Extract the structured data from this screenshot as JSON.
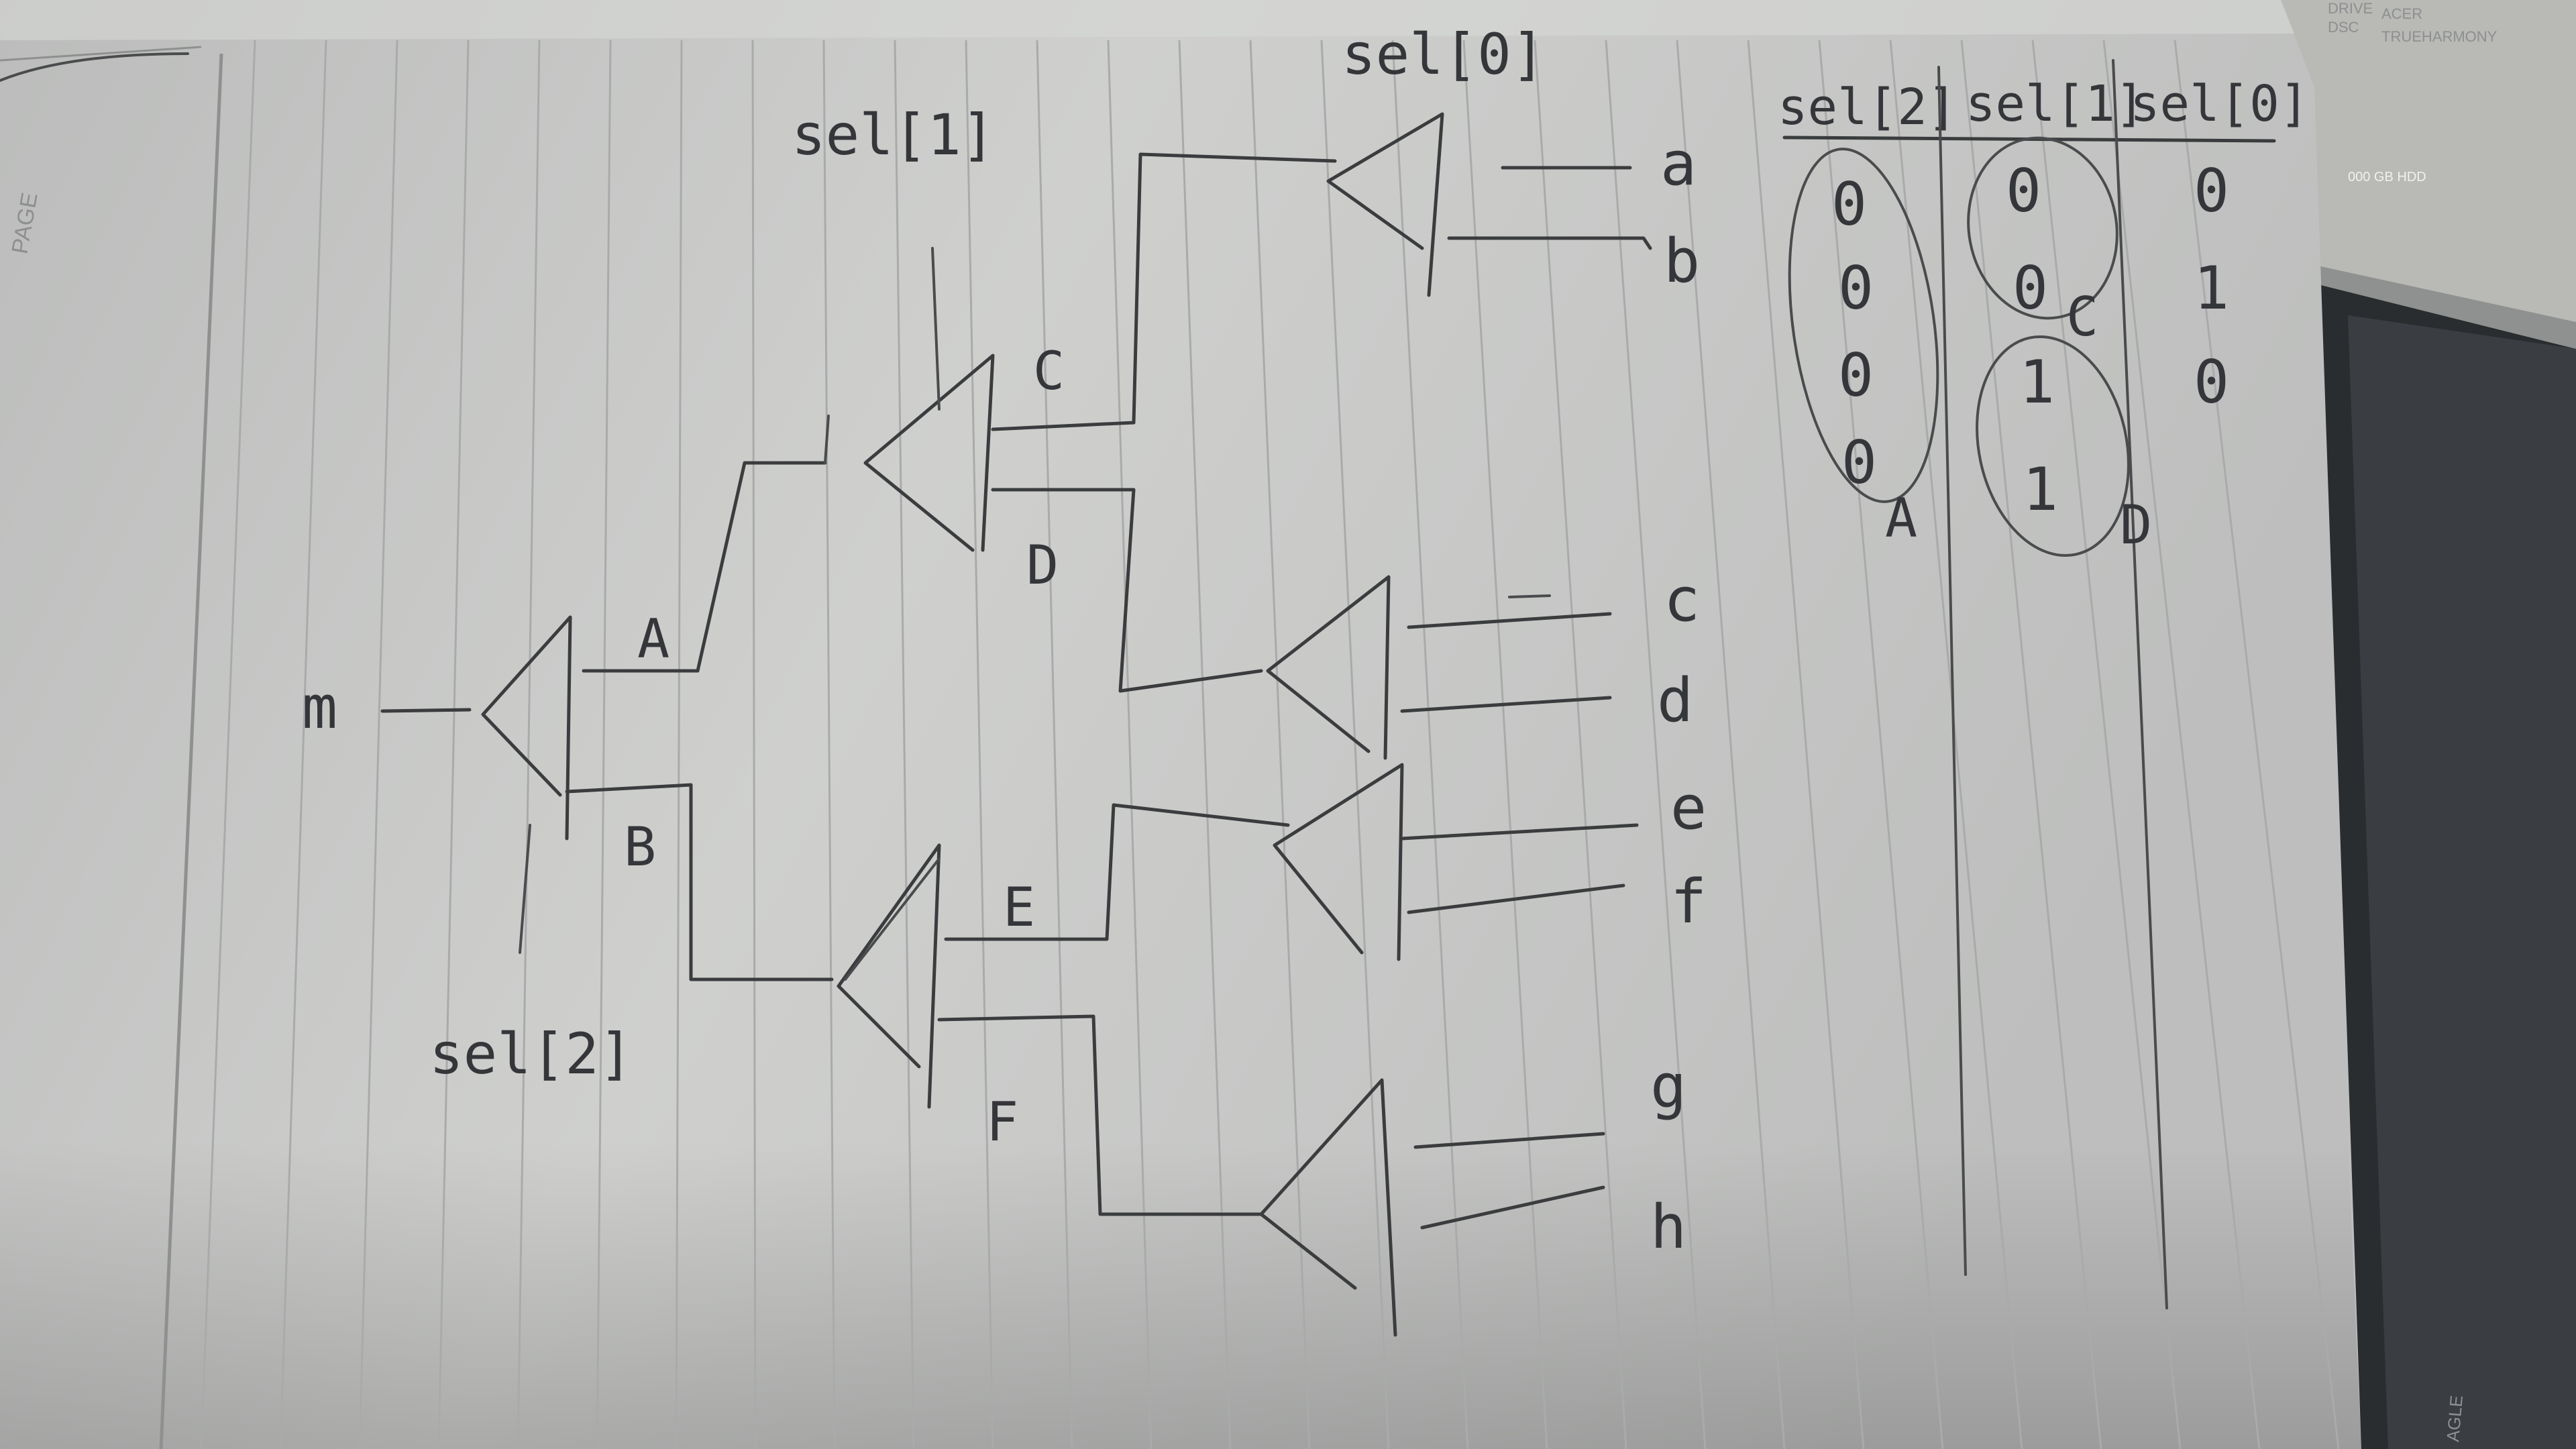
{
  "page_label": "PAGE",
  "corner_label": "AGLE",
  "laptop": {
    "label_top_left": "DRIVE",
    "label_top_left2": "DSC",
    "label_top_right": "ACER",
    "label_top_right2": "TRUEHARMONY",
    "label_hdd": "000 GB HDD"
  },
  "diagram": {
    "output": "m",
    "select_labels": {
      "sel0": "sel[0]",
      "sel1": "sel[1]",
      "sel2": "sel[2]"
    },
    "inputs": [
      "a",
      "b",
      "c",
      "d",
      "e",
      "f",
      "g",
      "h"
    ],
    "nodes": {
      "A": "A",
      "B": "B",
      "C": "C",
      "D": "D",
      "E": "E",
      "F": "F"
    }
  },
  "truth_table": {
    "headers": [
      "sel[2]",
      "sel[1]",
      "sel[0]"
    ],
    "rows": [
      [
        "0",
        "0",
        "0"
      ],
      [
        "0",
        "0",
        "1"
      ],
      [
        "0",
        "1",
        "0"
      ],
      [
        "0",
        "1",
        ""
      ]
    ],
    "group_labels": [
      "A",
      "C",
      "D"
    ]
  },
  "colors": {
    "paper": "#c9cac8",
    "ink": "#3b3c3e",
    "rule": "#a9abab"
  }
}
